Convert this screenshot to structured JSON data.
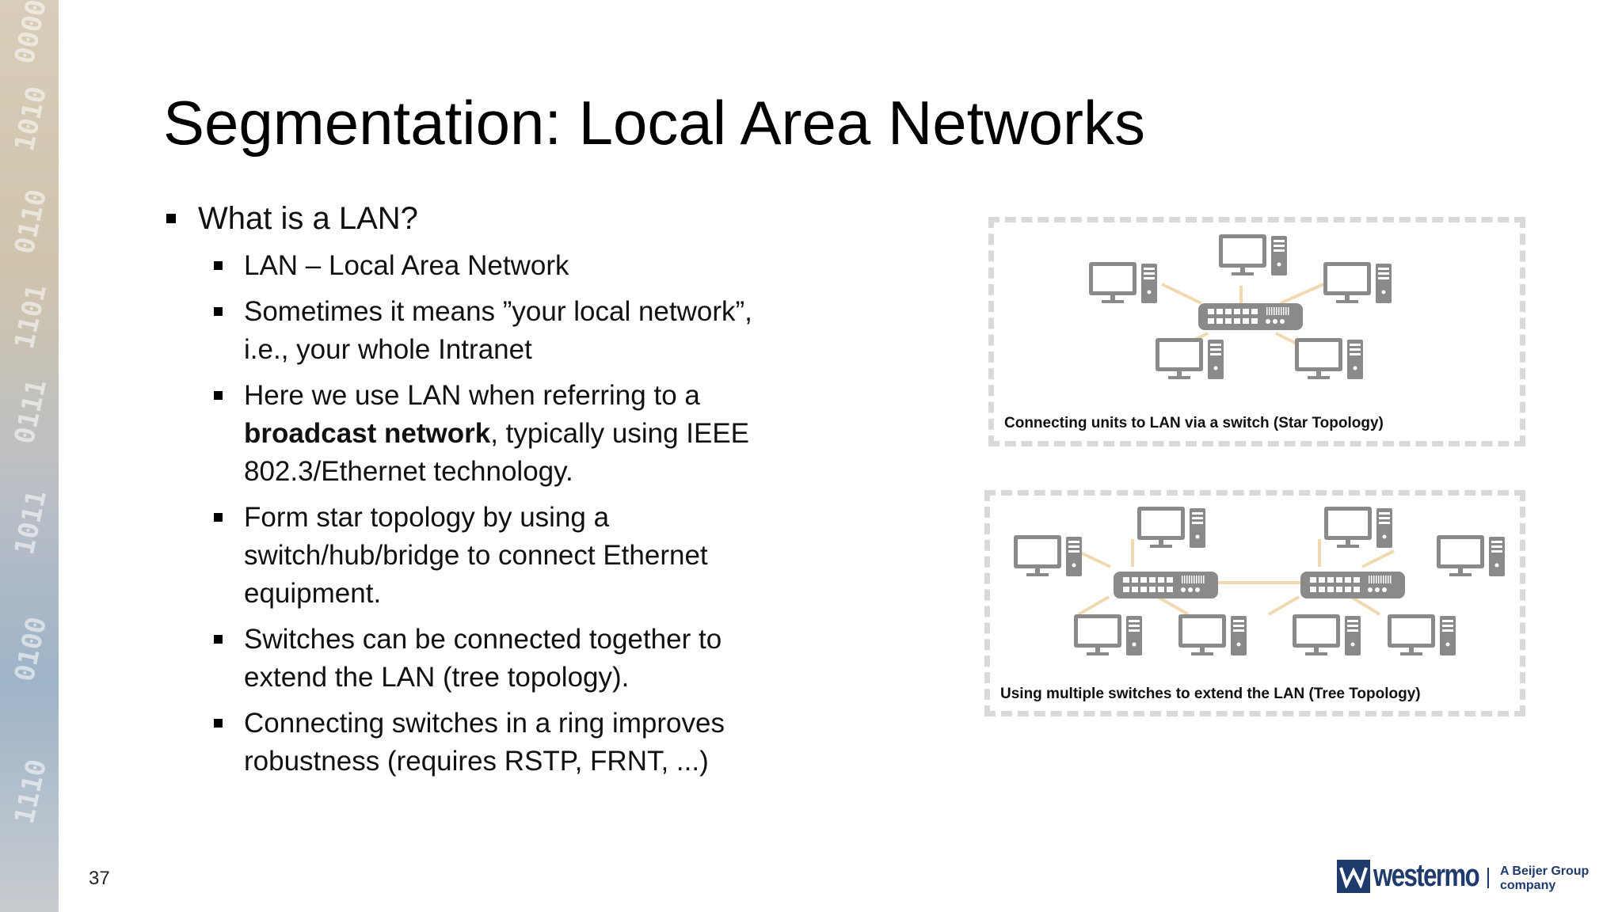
{
  "slide": {
    "title": "Segmentation: Local Area Networks",
    "page_number": "37"
  },
  "bullets": {
    "main": "What is a LAN?",
    "items": [
      {
        "text": "LAN – Local Area Network"
      },
      {
        "text": "Sometimes it means ”your local network”, i.e., your whole Intranet"
      },
      {
        "pre": "Here we use LAN when referring to a ",
        "bold": "broadcast network",
        "post": ", typically using IEEE 802.3/Ethernet technology."
      },
      {
        "text": "Form star topology by using a switch/hub/bridge to connect Ethernet equipment."
      },
      {
        "text": "Switches can be connected together to extend the LAN (tree topology)."
      },
      {
        "text": "Connecting switches in a ring improves robustness (requires RSTP, FRNT, ...)"
      }
    ]
  },
  "figures": {
    "star_caption": "Connecting units to LAN via a switch (Star Topology)",
    "tree_caption": "Using multiple switches to extend the LAN (Tree Topology)"
  },
  "logo": {
    "brand": "westermo",
    "tagline_1": "A Beijer Group",
    "tagline_2": "company"
  },
  "colors": {
    "link_line": "#f0d9b0",
    "device_gray": "#8a8a8a",
    "brand_blue": "#1f3a6d",
    "frame_dash": "#d9d9d9"
  },
  "background_digits": [
    "0000",
    "1010",
    "0110",
    "1101",
    "0111",
    "1011",
    "0100",
    "1110"
  ]
}
